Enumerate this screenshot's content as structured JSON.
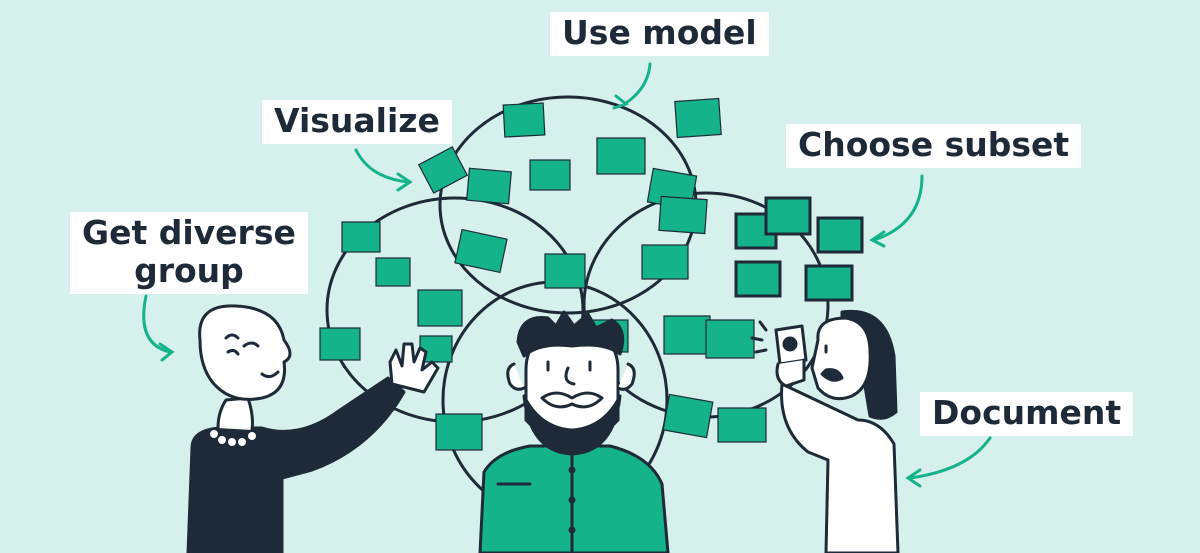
{
  "labels": {
    "use_model": "Use model",
    "visualize": "Visualize",
    "choose_subset": "Choose subset",
    "get_diverse_group_line1": "Get diverse",
    "get_diverse_group_line2": "group",
    "document": "Document"
  },
  "colors": {
    "background": "#d6f0ec",
    "accent": "#14b38a",
    "ink": "#1e2a38",
    "label_bg": "#ffffff"
  }
}
